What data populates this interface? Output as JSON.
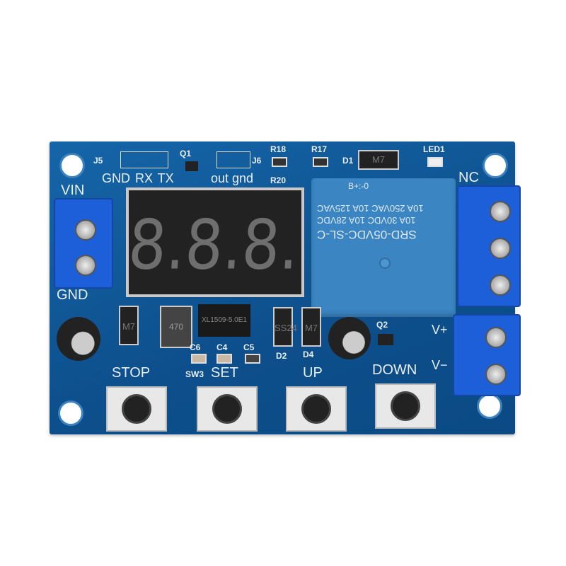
{
  "board": {
    "color": "#0d5a9a",
    "labels": {
      "vin": "VIN",
      "gnd": "GND",
      "nc": "NC",
      "v_plus": "V+",
      "v_minus": "V−",
      "j5": "J5",
      "j5_pins": "GND  RX  TX",
      "q1": "Q1",
      "j6": "J6",
      "j6_pins": "out gnd",
      "r18": "R18",
      "r17": "R17",
      "r20": "R20",
      "d1": "D1",
      "led1": "LED1",
      "c6": "C6",
      "c4": "C4",
      "c5": "C5",
      "d2": "D2",
      "d4": "D4",
      "q2": "Q2",
      "sw3": "SW3"
    },
    "display": {
      "digits": "8.8.8."
    },
    "relay": {
      "lines": [
        "SRD-05VDC-SL-C",
        "10A 250VAC  10A 125VAC",
        "10A 30VDC  10A 28VDC"
      ],
      "top_mark": "B+:-0"
    },
    "ic_marking": "XL1509-5.0E1",
    "diode_marking": "M7",
    "schottky_marking": "SS24",
    "inductor_marking": "470",
    "buttons": [
      {
        "label": "STOP"
      },
      {
        "label": "SET"
      },
      {
        "label": "UP"
      },
      {
        "label": "DOWN"
      }
    ]
  }
}
